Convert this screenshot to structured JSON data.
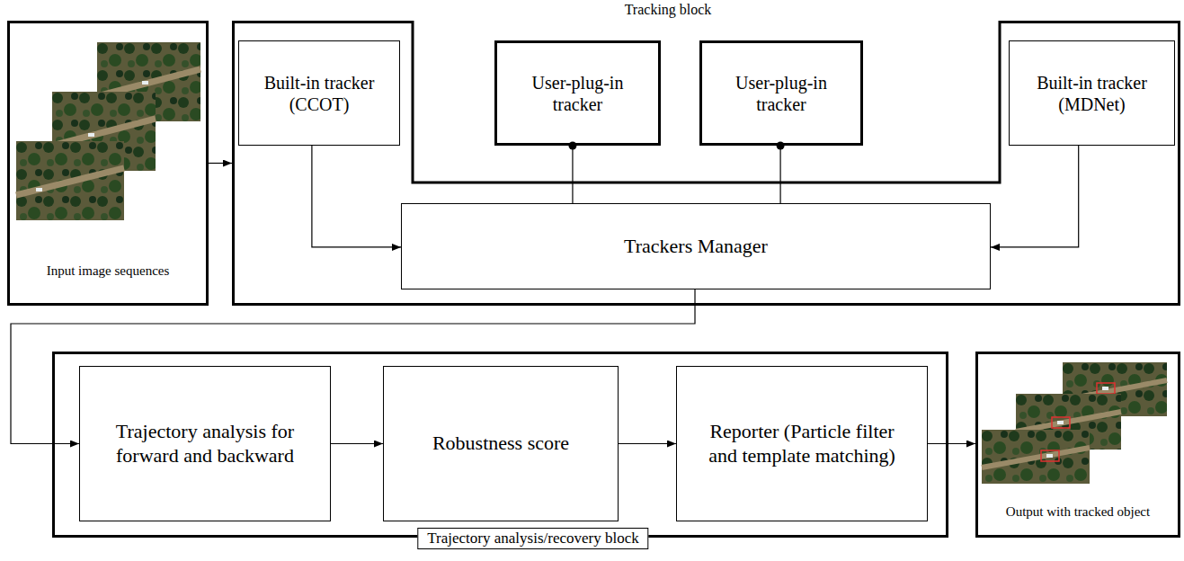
{
  "diagram": {
    "nodes": [
      {
        "text": [
          "Input image sequences"
        ]
      },
      {
        "text": [
          "Tracking block"
        ]
      },
      {
        "text": [
          "Built-in tracker (CCOT)"
        ],
        "in": 1
      },
      {
        "text": [
          "User-plug-in tracker"
        ]
      },
      {
        "text": [
          "User-plug-in tracker"
        ]
      },
      {
        "text": [
          "Built-in tracker (MDNet)"
        ],
        "in": 1
      },
      {
        "text": [
          "Trackers Manager"
        ],
        "in": 1
      },
      {
        "text": [
          "Trajectory analysis/recovery block"
        ]
      },
      {
        "text": [
          "Trajectory analysis for forward and backward"
        ],
        "in": 7
      },
      {
        "text": [
          "Robustness score"
        ],
        "in": 7
      },
      {
        "text": [
          "Reporter (Particle filter and template matching)"
        ],
        "in": 7
      },
      {
        "text": [
          "Output with tracked object"
        ]
      }
    ],
    "edges": [
      {
        "from": 0,
        "to": 1,
        "arrow": "to"
      },
      {
        "from": 2,
        "to": 6,
        "arrow": "to"
      },
      {
        "from": 3,
        "to": 6,
        "arrow": "none"
      },
      {
        "from": 4,
        "to": 6,
        "arrow": "none"
      },
      {
        "from": 5,
        "to": 6,
        "arrow": "to"
      },
      {
        "from": 6,
        "to": 8,
        "arrow": "to"
      },
      {
        "from": 8,
        "to": 9,
        "arrow": "to"
      },
      {
        "from": 9,
        "to": 10,
        "arrow": "to"
      },
      {
        "from": 10,
        "to": 11,
        "arrow": "to"
      }
    ]
  }
}
